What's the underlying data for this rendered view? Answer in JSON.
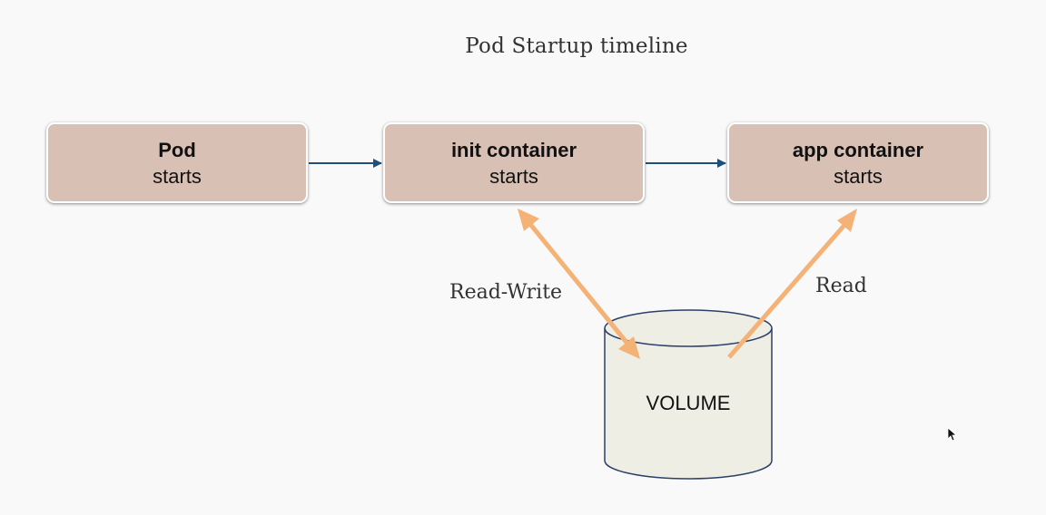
{
  "title": "Pod Startup timeline",
  "boxes": [
    {
      "title": "Pod",
      "subtitle": "starts"
    },
    {
      "title": "init container",
      "subtitle": "starts"
    },
    {
      "title": "app container",
      "subtitle": "starts"
    }
  ],
  "edges": {
    "read_write_label": "Read-Write",
    "read_label": "Read"
  },
  "volume": {
    "label": "VOLUME"
  },
  "colors": {
    "box_fill": "#d8c0b4",
    "flow_arrow": "#1f4e79",
    "volume_arrow": "#f4b277",
    "volume_fill": "#eeeee4",
    "volume_stroke": "#2b3f6b"
  },
  "cursor": {
    "icon": "mouse-pointer-icon"
  }
}
